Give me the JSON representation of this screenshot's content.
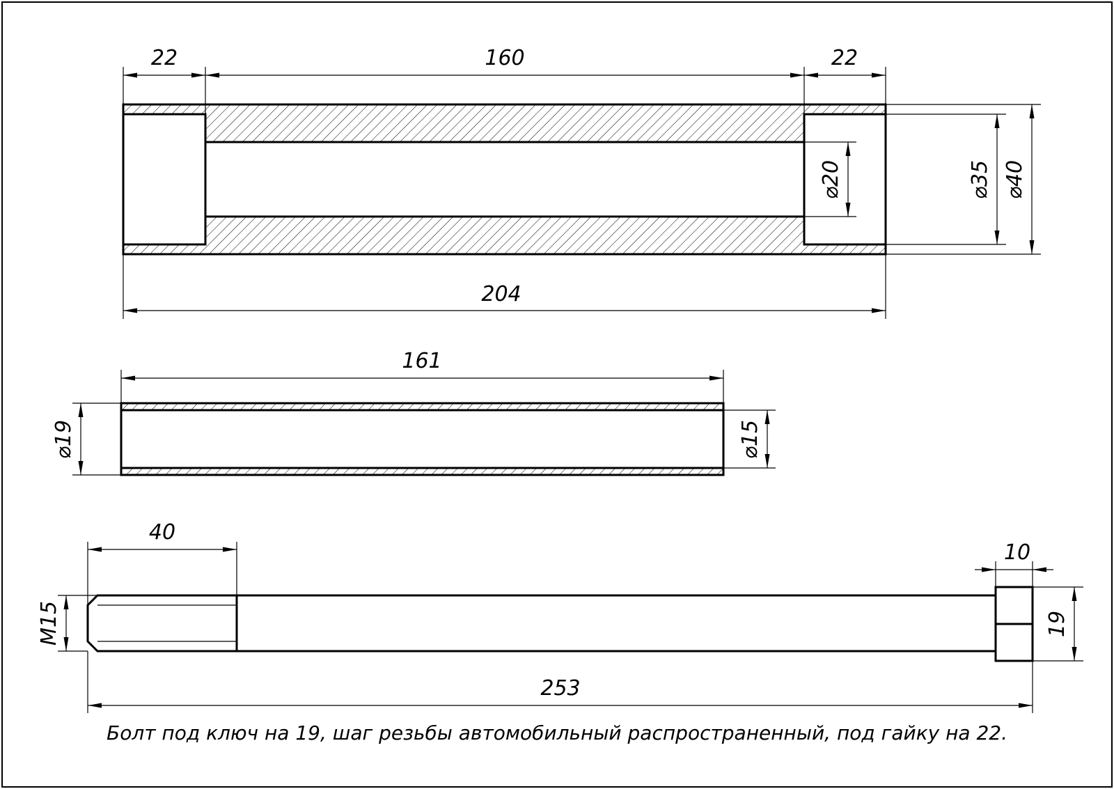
{
  "sleeve": {
    "dim_left_bore": "22",
    "dim_middle": "160",
    "dim_right_bore": "22",
    "dim_total_length": "204",
    "dim_inner_diameter": "⌀20",
    "dim_bore_diameter": "⌀35",
    "dim_outer_diameter": "⌀40"
  },
  "tube": {
    "dim_length": "161",
    "dim_outer_diameter": "⌀19",
    "dim_inner_diameter": "⌀15"
  },
  "bolt": {
    "dim_thread_length": "40",
    "dim_thread": "M15",
    "dim_head_width": "10",
    "dim_head_size": "19",
    "dim_total_length": "253"
  },
  "note": "Болт под ключ на 19,  шаг резьбы автомобильный распространенный, под гайку на 22.",
  "colors": {
    "line": "#000000",
    "background": "#ffffff"
  }
}
